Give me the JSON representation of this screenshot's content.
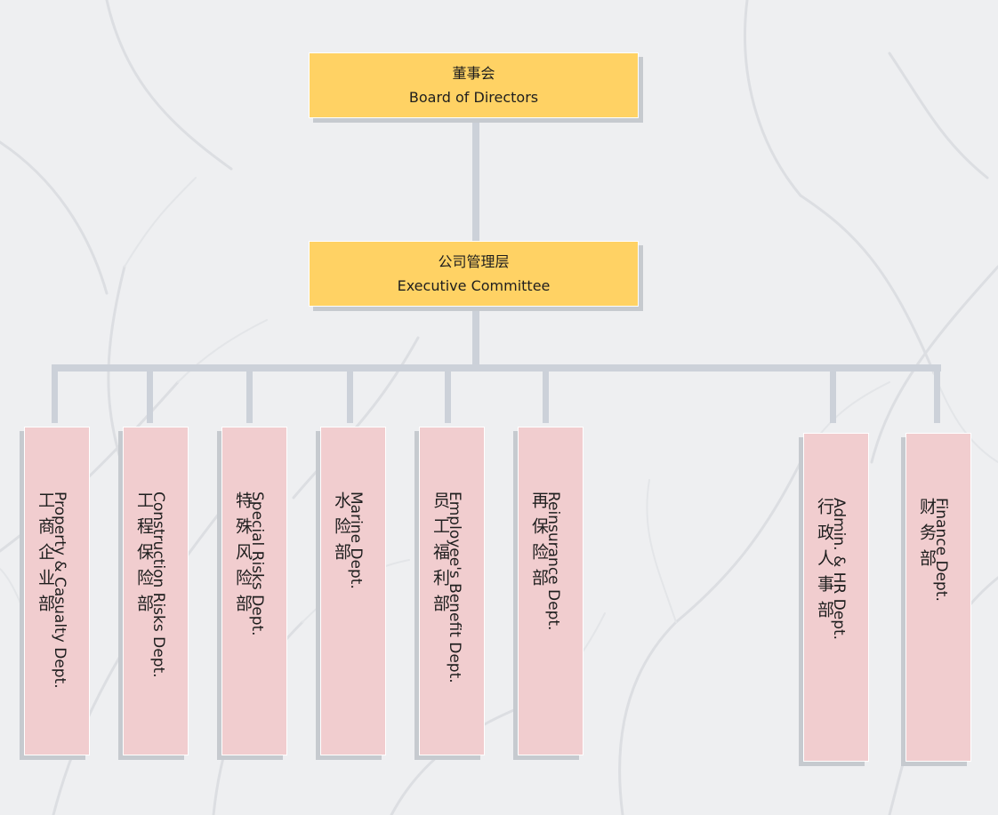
{
  "board": {
    "zh": "董事会",
    "en": "Board of Directors"
  },
  "executive": {
    "zh": "公司管理层",
    "en": "Executive Committee"
  },
  "departments": [
    {
      "zh": "工商企业部",
      "en": "Property & Casualty Dept."
    },
    {
      "zh": "工程保险部",
      "en": "Construction Risks Dept."
    },
    {
      "zh": "特殊风险部",
      "en": "Special Risks Dept."
    },
    {
      "zh": "水险部",
      "en": "Marine Dept."
    },
    {
      "zh": "员工福利部",
      "en": "Employee's Benefit Dept."
    },
    {
      "zh": "再保险部",
      "en": "Reinsurance Dept."
    },
    {
      "zh": "行政人事部",
      "en": "Admin. & HR Dept."
    },
    {
      "zh": "财务部",
      "en": "Finance Dept."
    }
  ],
  "colors": {
    "top_box_fill": "#ffd264",
    "dept_box_fill": "#f1cdcf",
    "connector": "#ccd1d9",
    "background": "#eeeff1"
  }
}
